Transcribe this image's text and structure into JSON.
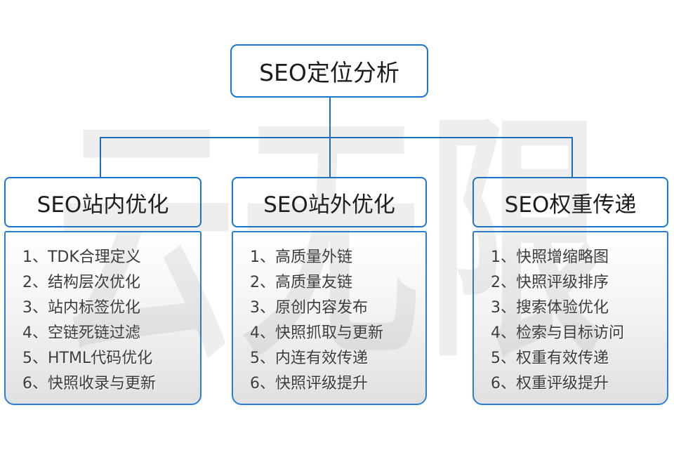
{
  "watermark": {
    "text": "云无限"
  },
  "root": {
    "label": "SEO定位分析"
  },
  "columns": [
    {
      "title": "SEO站内优化",
      "items": [
        "1、TDK合理定义",
        "2、结构层次优化",
        "3、站内标签优化",
        "4、空链死链过滤",
        "5、HTML代码优化",
        "6、快照收录与更新"
      ]
    },
    {
      "title": "SEO站外优化",
      "items": [
        "1、高质量外链",
        "2、高质量友链",
        "3、原创内容发布",
        "4、快照抓取与更新",
        "5、内连有效传递",
        "6、快照评级提升"
      ]
    },
    {
      "title": "SEO权重传递",
      "items": [
        "1、快照增缩略图",
        "2、快照评级排序",
        "3、搜索体验优化",
        "4、检索与目标访问",
        "5、权重有效传递",
        "6、权重评级提升"
      ]
    }
  ],
  "colors": {
    "box_border": "#1b76cf",
    "connector": "#1a6fc2",
    "panel_gradient_top": "#ffffff",
    "panel_gradient_bottom": "#e0e0e0",
    "heading_text": "#1c1c1c",
    "list_text": "#3b3b3b",
    "watermark_gray": "#ededed"
  }
}
